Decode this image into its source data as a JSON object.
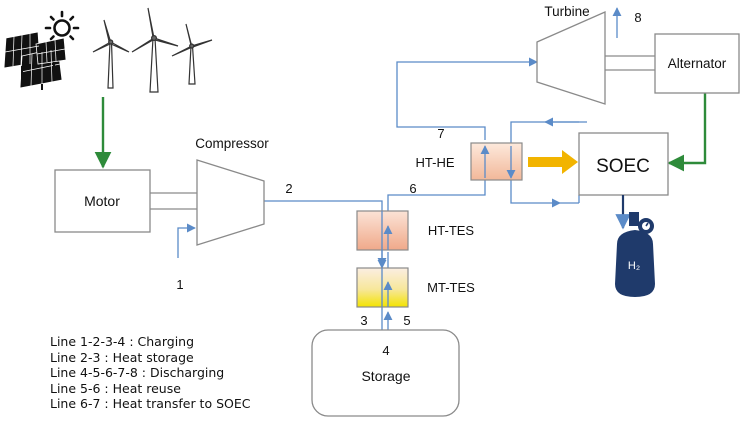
{
  "colors": {
    "flow_line": "#5b8bc8",
    "energy_line": "#2e8b3a",
    "heat_arrow": "#f2b400",
    "component_stroke": "#8a8a8a",
    "hydrogen_tank": "#1f3a6b"
  },
  "components": {
    "compressor": "Compressor",
    "turbine": "Turbine",
    "motor": "Motor",
    "alternator": "Alternator",
    "soec": "SOEC",
    "ht_he": "HT-HE",
    "ht_tes": "HT-TES",
    "mt_tes": "MT-TES",
    "storage": "Storage",
    "h2_tank": "H₂"
  },
  "nodes": {
    "n1": "1",
    "n2": "2",
    "n3": "3",
    "n4": "4",
    "n5": "5",
    "n6": "6",
    "n7": "7",
    "n8": "8"
  },
  "icons": {
    "sun": "sun-icon",
    "solar_panels": "solar-panels-icon",
    "wind_turbines": "wind-turbines-icon",
    "hydrogen_tank": "hydrogen-tank-icon"
  },
  "legend": [
    "Line 1-2-3-4 : Charging",
    "Line 2-3 : Heat storage",
    "Line 4-5-6-7-8 : Discharging",
    "Line 5-6 : Heat reuse",
    "Line 6-7 : Heat transfer to SOEC"
  ]
}
